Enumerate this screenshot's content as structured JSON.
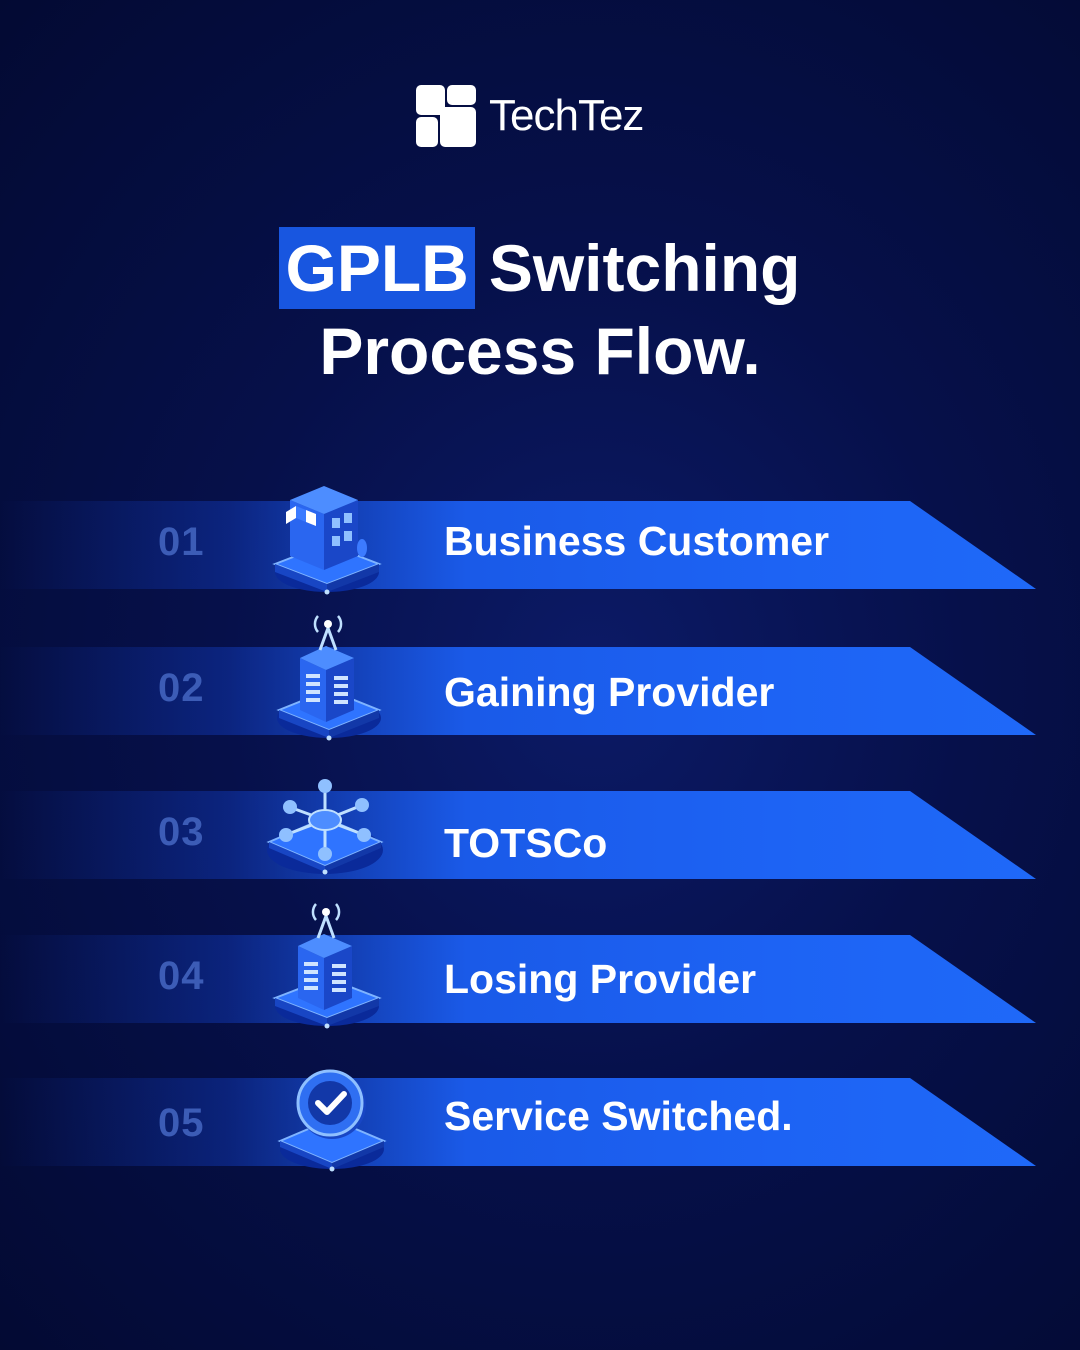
{
  "brand": {
    "name": "TechTez",
    "icon": "grid-logo-icon"
  },
  "title": {
    "highlight": "GPLB",
    "rest": "Switching",
    "line2": "Process Flow."
  },
  "steps": [
    {
      "number": "01",
      "label": "Business Customer",
      "icon": "storefront-building-icon"
    },
    {
      "number": "02",
      "label": "Gaining Provider",
      "icon": "tower-building-icon"
    },
    {
      "number": "03",
      "label": "TOTSCo",
      "icon": "network-hub-icon"
    },
    {
      "number": "04",
      "label": "Losing Provider",
      "icon": "tower-building-icon"
    },
    {
      "number": "05",
      "label": "Service Switched.",
      "icon": "check-badge-icon"
    }
  ],
  "colors": {
    "background": "#06104a",
    "accent": "#1856e0",
    "band": "#1d63f4",
    "number": "#3c5cb6"
  }
}
